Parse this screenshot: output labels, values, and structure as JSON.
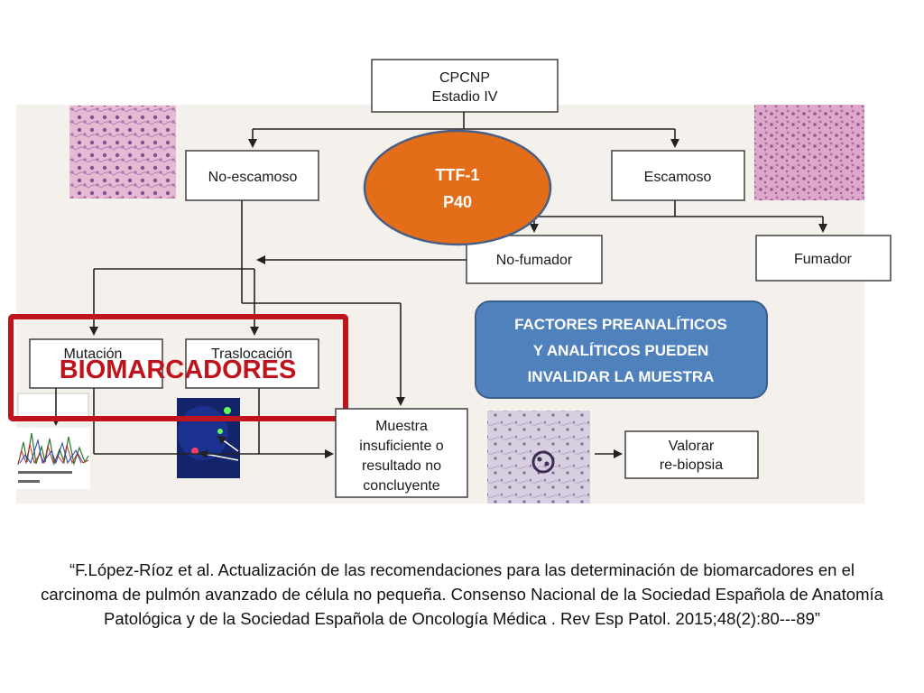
{
  "diagram": {
    "root": {
      "line1": "CPCNP",
      "line2": "Estadio IV"
    },
    "no_escamoso": "No-escamoso",
    "escamoso": "Escamoso",
    "markers": {
      "line1": "TTF-1",
      "line2": "P40"
    },
    "no_fumador": "No-fumador",
    "fumador": "Fumador",
    "mutacion": "Mutación",
    "traslocacion": "Traslocación",
    "biomarcadores": "BIOMARCADORES",
    "factores": {
      "line1": "FACTORES PREANALÍTICOS",
      "line2": "Y ANALÍTICOS PUEDEN",
      "line3": "INVALIDAR LA MUESTRA"
    },
    "muestra": {
      "line1": "Muestra",
      "line2": "insuficiente o",
      "line3": "resultado no",
      "line4": "concluyente"
    },
    "valorar": {
      "line1": "Valorar",
      "line2": "re-biopsia"
    }
  },
  "citation": "“F.López-Ríoz et al. Actualización de las recomendaciones para las determinación de biomarcadores en el carcinoma de pulmón avanzado de célula no pequeña. Consenso Nacional de la Sociedad Española de Anatomía Patológica y de la Sociedad Española de Oncología Médica . Rev Esp Patol. 2015;48(2):80---89”",
  "colors": {
    "background_panel": "#f4f1ec",
    "orange": "#e46d1a",
    "blue": "#4f81bd",
    "red_frame": "#c0141c",
    "histology_pink": "#d9a3c4"
  }
}
